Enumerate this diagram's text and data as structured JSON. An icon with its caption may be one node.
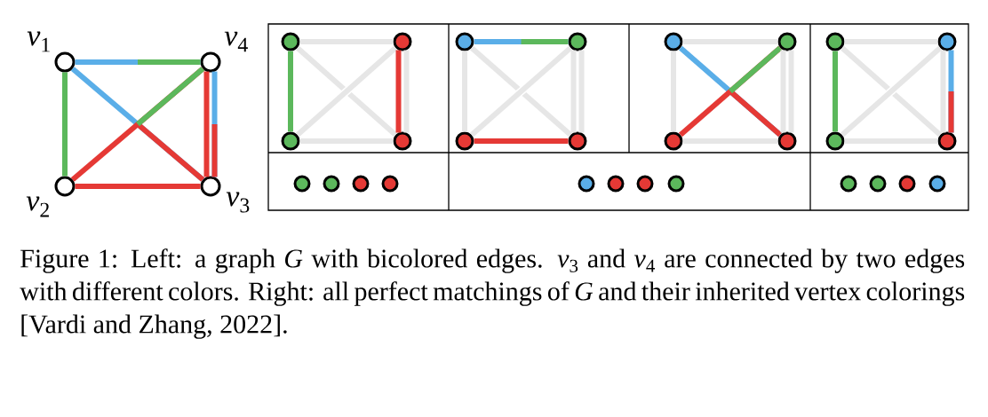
{
  "diagram": {
    "caption": "Figure 1: Left: a graph *G* with bicolored edges. *v*$_{3}$ and *v*$_{4}$ are connected by two edges with different colors. Right: all perfect matchings of *G* and their inherited vertex colorings [Vardi and Zhang, 2022].",
    "nodes": [
      {
        "text": [],
        "shape": "circle",
        "beside": [
          "*v*$_{1}$"
        ]
      },
      {
        "text": [],
        "shape": "circle",
        "beside": [
          "*v*$_{4}$"
        ]
      },
      {
        "text": [],
        "shape": "circle",
        "beside": [
          "*v*$_{2}$"
        ]
      },
      {
        "text": [],
        "shape": "circle",
        "beside": [
          "*v*$_{3}$"
        ]
      },
      {
        "text": [],
        "shape": "circle"
      },
      {
        "text": [],
        "shape": "circle"
      },
      {
        "text": [],
        "shape": "circle"
      },
      {
        "text": [],
        "shape": "circle"
      },
      {
        "text": [],
        "shape": "circle"
      },
      {
        "text": [],
        "shape": "circle"
      },
      {
        "text": [],
        "shape": "circle"
      },
      {
        "text": [],
        "shape": "circle"
      },
      {
        "text": [],
        "shape": "circle"
      },
      {
        "text": [],
        "shape": "circle"
      },
      {
        "text": [],
        "shape": "circle"
      },
      {
        "text": [],
        "shape": "circle"
      },
      {
        "text": [],
        "shape": "circle"
      },
      {
        "text": [],
        "shape": "circle"
      },
      {
        "text": [],
        "shape": "circle"
      },
      {
        "text": [],
        "shape": "circle"
      },
      {
        "text": [],
        "shape": "circle"
      },
      {
        "text": [],
        "shape": "circle"
      },
      {
        "text": [],
        "shape": "circle"
      },
      {
        "text": [],
        "shape": "circle"
      },
      {
        "text": [],
        "shape": "circle"
      },
      {
        "text": [],
        "shape": "circle"
      },
      {
        "text": [],
        "shape": "circle"
      },
      {
        "text": [],
        "shape": "circle"
      },
      {
        "text": [],
        "shape": "circle"
      },
      {
        "text": [],
        "shape": "circle"
      },
      {
        "text": [],
        "shape": "circle"
      },
      {
        "text": [],
        "shape": "circle"
      }
    ],
    "edges": [
      {
        "from": 0,
        "to": 1,
        "arrow": "none",
        "color": "#5aaee8"
      },
      {
        "from": 0,
        "to": 2,
        "arrow": "none",
        "color": "#5cb85c"
      },
      {
        "from": 0,
        "to": 3,
        "arrow": "none",
        "color": "#5aaee8"
      },
      {
        "from": 2,
        "to": 1,
        "arrow": "none",
        "color": "#e53935"
      },
      {
        "from": 2,
        "to": 3,
        "arrow": "none",
        "color": "#e53935"
      },
      {
        "from": 3,
        "to": 1,
        "arrow": "none",
        "color": "#e53935"
      },
      {
        "from": 1,
        "to": 3,
        "arrow": "none",
        "color": "#5aaee8"
      },
      {
        "from": 4,
        "to": 5,
        "arrow": "none"
      },
      {
        "from": 4,
        "to": 6,
        "arrow": "none",
        "color": "#5cb85c"
      },
      {
        "from": 4,
        "to": 7,
        "arrow": "none"
      },
      {
        "from": 6,
        "to": 5,
        "arrow": "none"
      },
      {
        "from": 6,
        "to": 7,
        "arrow": "none"
      },
      {
        "from": 7,
        "to": 5,
        "arrow": "none",
        "color": "#e53935"
      },
      {
        "from": 5,
        "to": 7,
        "arrow": "none"
      },
      {
        "from": 8,
        "to": 9,
        "arrow": "none",
        "color": "#5aaee8"
      },
      {
        "from": 8,
        "to": 10,
        "arrow": "none"
      },
      {
        "from": 8,
        "to": 11,
        "arrow": "none"
      },
      {
        "from": 10,
        "to": 9,
        "arrow": "none"
      },
      {
        "from": 10,
        "to": 11,
        "arrow": "none",
        "color": "#e53935"
      },
      {
        "from": 11,
        "to": 9,
        "arrow": "none"
      },
      {
        "from": 9,
        "to": 11,
        "arrow": "none"
      },
      {
        "from": 12,
        "to": 13,
        "arrow": "none"
      },
      {
        "from": 12,
        "to": 14,
        "arrow": "none"
      },
      {
        "from": 12,
        "to": 15,
        "arrow": "none",
        "color": "#5aaee8"
      },
      {
        "from": 14,
        "to": 13,
        "arrow": "none",
        "color": "#e53935"
      },
      {
        "from": 14,
        "to": 15,
        "arrow": "none"
      },
      {
        "from": 15,
        "to": 13,
        "arrow": "none"
      },
      {
        "from": 13,
        "to": 15,
        "arrow": "none"
      },
      {
        "from": 16,
        "to": 17,
        "arrow": "none"
      },
      {
        "from": 16,
        "to": 18,
        "arrow": "none",
        "color": "#5cb85c"
      },
      {
        "from": 16,
        "to": 19,
        "arrow": "none"
      },
      {
        "from": 18,
        "to": 17,
        "arrow": "none"
      },
      {
        "from": 18,
        "to": 19,
        "arrow": "none"
      },
      {
        "from": 19,
        "to": 17,
        "arrow": "none"
      },
      {
        "from": 17,
        "to": 19,
        "arrow": "none",
        "color": "#5aaee8"
      }
    ]
  }
}
